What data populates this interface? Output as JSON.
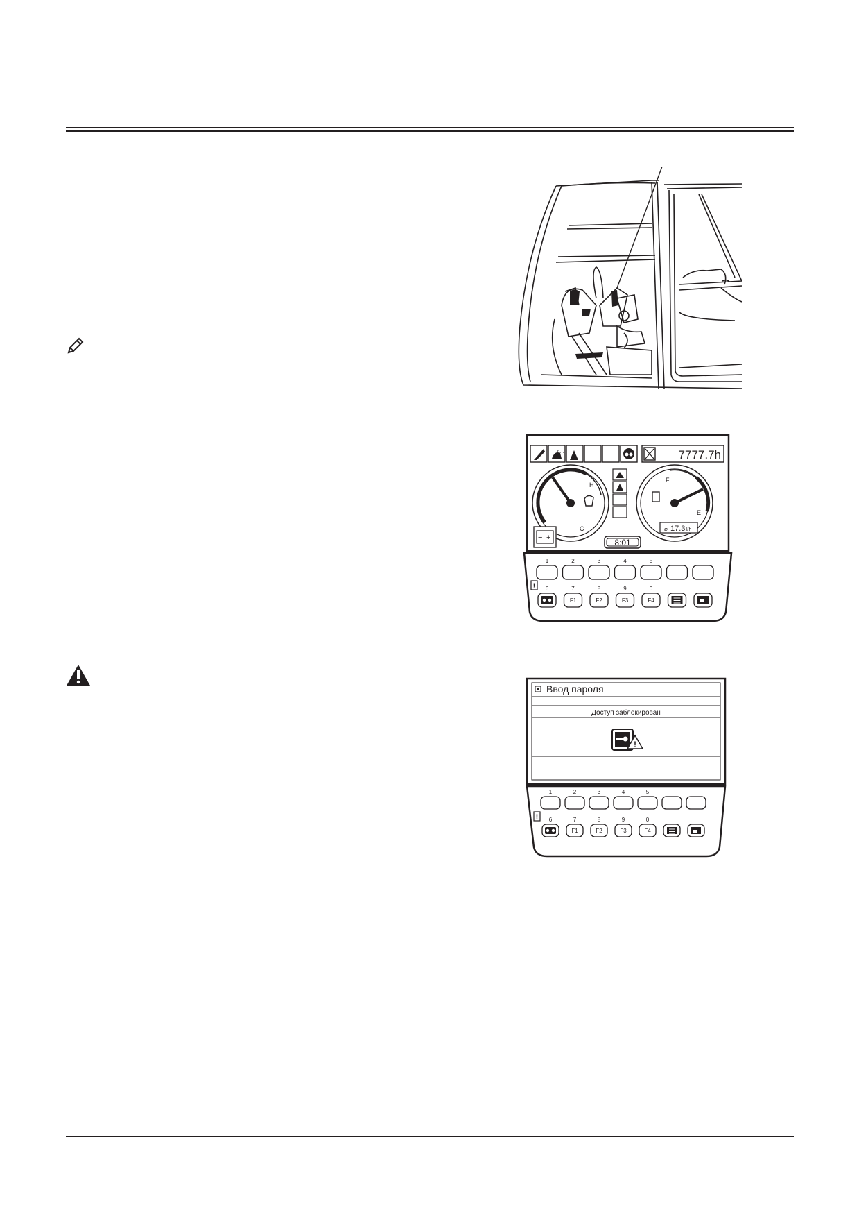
{
  "monitor": {
    "hour_meter": "7777.7h",
    "clock": "8:01",
    "fuel_rate": "17.3",
    "fuel_rate_unit": "l/h",
    "temp_high": "H",
    "temp_cold": "C",
    "fuel_full": "F",
    "fuel_empty": "E",
    "ai_label": "A.I.",
    "battery_minus": "−",
    "battery_plus": "+",
    "key_numbers_top": [
      "1",
      "2",
      "3",
      "4",
      "5"
    ],
    "key_numbers_bottom": [
      "6",
      "7",
      "8",
      "9",
      "0"
    ],
    "function_keys": [
      "F1",
      "F2",
      "F3",
      "F4"
    ],
    "warning_mark": "!"
  },
  "password_screen": {
    "title": "Ввод пароля",
    "status": "Доступ заблокирован",
    "key_numbers_top": [
      "1",
      "2",
      "3",
      "4",
      "5"
    ],
    "key_numbers_bottom": [
      "6",
      "7",
      "8",
      "9",
      "0"
    ],
    "function_keys": [
      "F1",
      "F2",
      "F3",
      "F4"
    ],
    "warning_mark": "!"
  },
  "icons": {
    "note": "pencil-note-icon",
    "warning": "warning-triangle-icon"
  }
}
